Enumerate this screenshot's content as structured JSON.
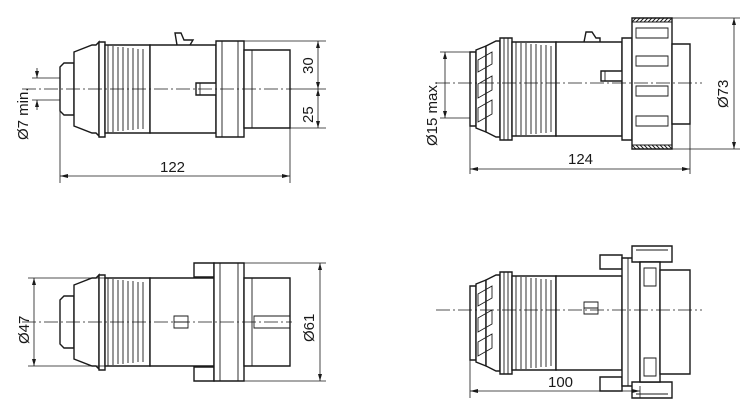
{
  "dimensions": {
    "view1_length": "122",
    "view1_upper": "30",
    "view1_lower": "25",
    "view1_cable": "Ø7 min.",
    "view2_length": "124",
    "view2_cable": "Ø15 max.",
    "view2_diameter": "Ø73",
    "view3_body": "Ø47",
    "view3_flange": "Ø61",
    "view4_length": "100"
  },
  "colors": {
    "line": "#1a1a1a",
    "background": "#ffffff"
  }
}
